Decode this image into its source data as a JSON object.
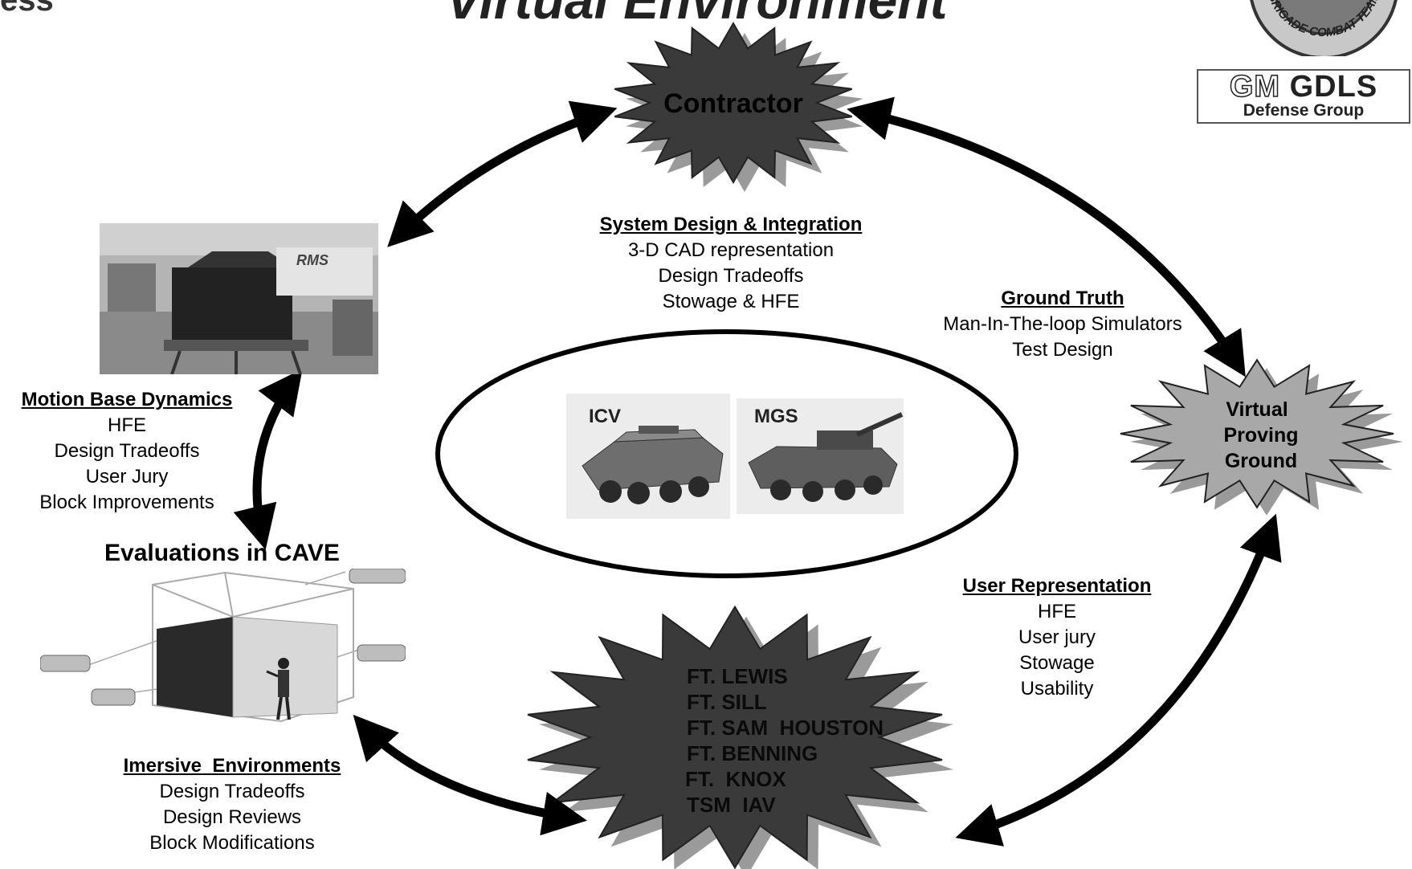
{
  "header": {
    "left_fragment": "ess",
    "title_fragment": "Virtual Environment"
  },
  "logo": {
    "seal_text": "BRIGADE COMBAT TEAM",
    "company_left": "GM",
    "company_right": "GDLS",
    "company_sub": "Defense Group"
  },
  "nodes": {
    "contractor": "Contractor",
    "virtual_proving_ground": [
      "Virtual",
      "Proving",
      "Ground"
    ],
    "forts": [
      "FT. LEWIS",
      "FT. SILL",
      "FT. SAM  HOUSTON",
      "FT. BENNING",
      "FT.  KNOX",
      "TSM  IAV"
    ]
  },
  "sections": {
    "system_design": {
      "heading": "System Design & Integration",
      "items": [
        "3-D CAD representation",
        "Design Tradeoffs",
        "Stowage & HFE"
      ]
    },
    "ground_truth": {
      "heading": "Ground Truth",
      "items": [
        "Man-In-The-loop Simulators",
        "Test Design"
      ]
    },
    "motion_base": {
      "heading": "Motion Base Dynamics",
      "items": [
        "HFE",
        "Design Tradeoffs",
        "User Jury",
        "Block Improvements"
      ]
    },
    "cave": {
      "title": "Evaluations in CAVE"
    },
    "immersive": {
      "heading": "Imersive  Environments",
      "items": [
        "Design Tradeoffs",
        "Design Reviews",
        "Block Modifications"
      ]
    },
    "user_rep": {
      "heading": "User Representation",
      "items": [
        "HFE",
        "User jury",
        "Stowage",
        "Usability"
      ]
    }
  },
  "vehicles": {
    "left_label": "ICV",
    "right_label": "MGS"
  },
  "photo": {
    "sign_text": "RMS"
  },
  "colors": {
    "dark_burst": "#3a3a3a",
    "burst_shadow": "#9a9a9a",
    "light_burst": "#a8a8a8",
    "arrow": "#000000"
  }
}
